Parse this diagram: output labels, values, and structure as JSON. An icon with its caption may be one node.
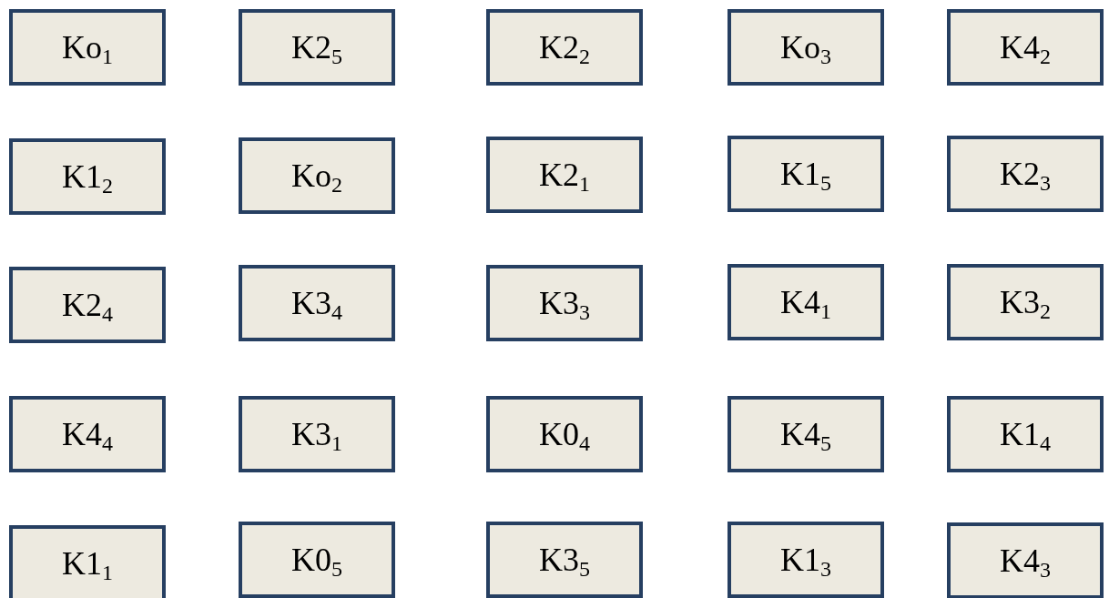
{
  "diagram": {
    "nodes": [
      {
        "text": [
          "Ko$_{1}$"
        ]
      },
      {
        "text": [
          "K2$_{5}$"
        ]
      },
      {
        "text": [
          "K2$_{2}$"
        ]
      },
      {
        "text": [
          "Ko$_{3}$"
        ]
      },
      {
        "text": [
          "K4$_{2}$"
        ]
      },
      {
        "text": [
          "K1$_{2}$"
        ]
      },
      {
        "text": [
          "Ko$_{2}$"
        ]
      },
      {
        "text": [
          "K2$_{1}$"
        ]
      },
      {
        "text": [
          "K1$_{5}$"
        ]
      },
      {
        "text": [
          "K2$_{3}$"
        ]
      },
      {
        "text": [
          "K2$_{4}$"
        ]
      },
      {
        "text": [
          "K3$_{4}$"
        ]
      },
      {
        "text": [
          "K3$_{3}$"
        ]
      },
      {
        "text": [
          "K4$_{1}$"
        ]
      },
      {
        "text": [
          "K3$_{2}$"
        ]
      },
      {
        "text": [
          "K4$_{4}$"
        ]
      },
      {
        "text": [
          "K3$_{1}$"
        ]
      },
      {
        "text": [
          "K0$_{4}$"
        ]
      },
      {
        "text": [
          "K4$_{5}$"
        ]
      },
      {
        "text": [
          "K1$_{4}$"
        ]
      },
      {
        "text": [
          "K1$_{1}$"
        ]
      },
      {
        "text": [
          "K0$_{5}$"
        ]
      },
      {
        "text": [
          "K3$_{5}$"
        ]
      },
      {
        "text": [
          "K1$_{3}$"
        ]
      },
      {
        "text": [
          "K4$_{3}$"
        ]
      }
    ]
  }
}
